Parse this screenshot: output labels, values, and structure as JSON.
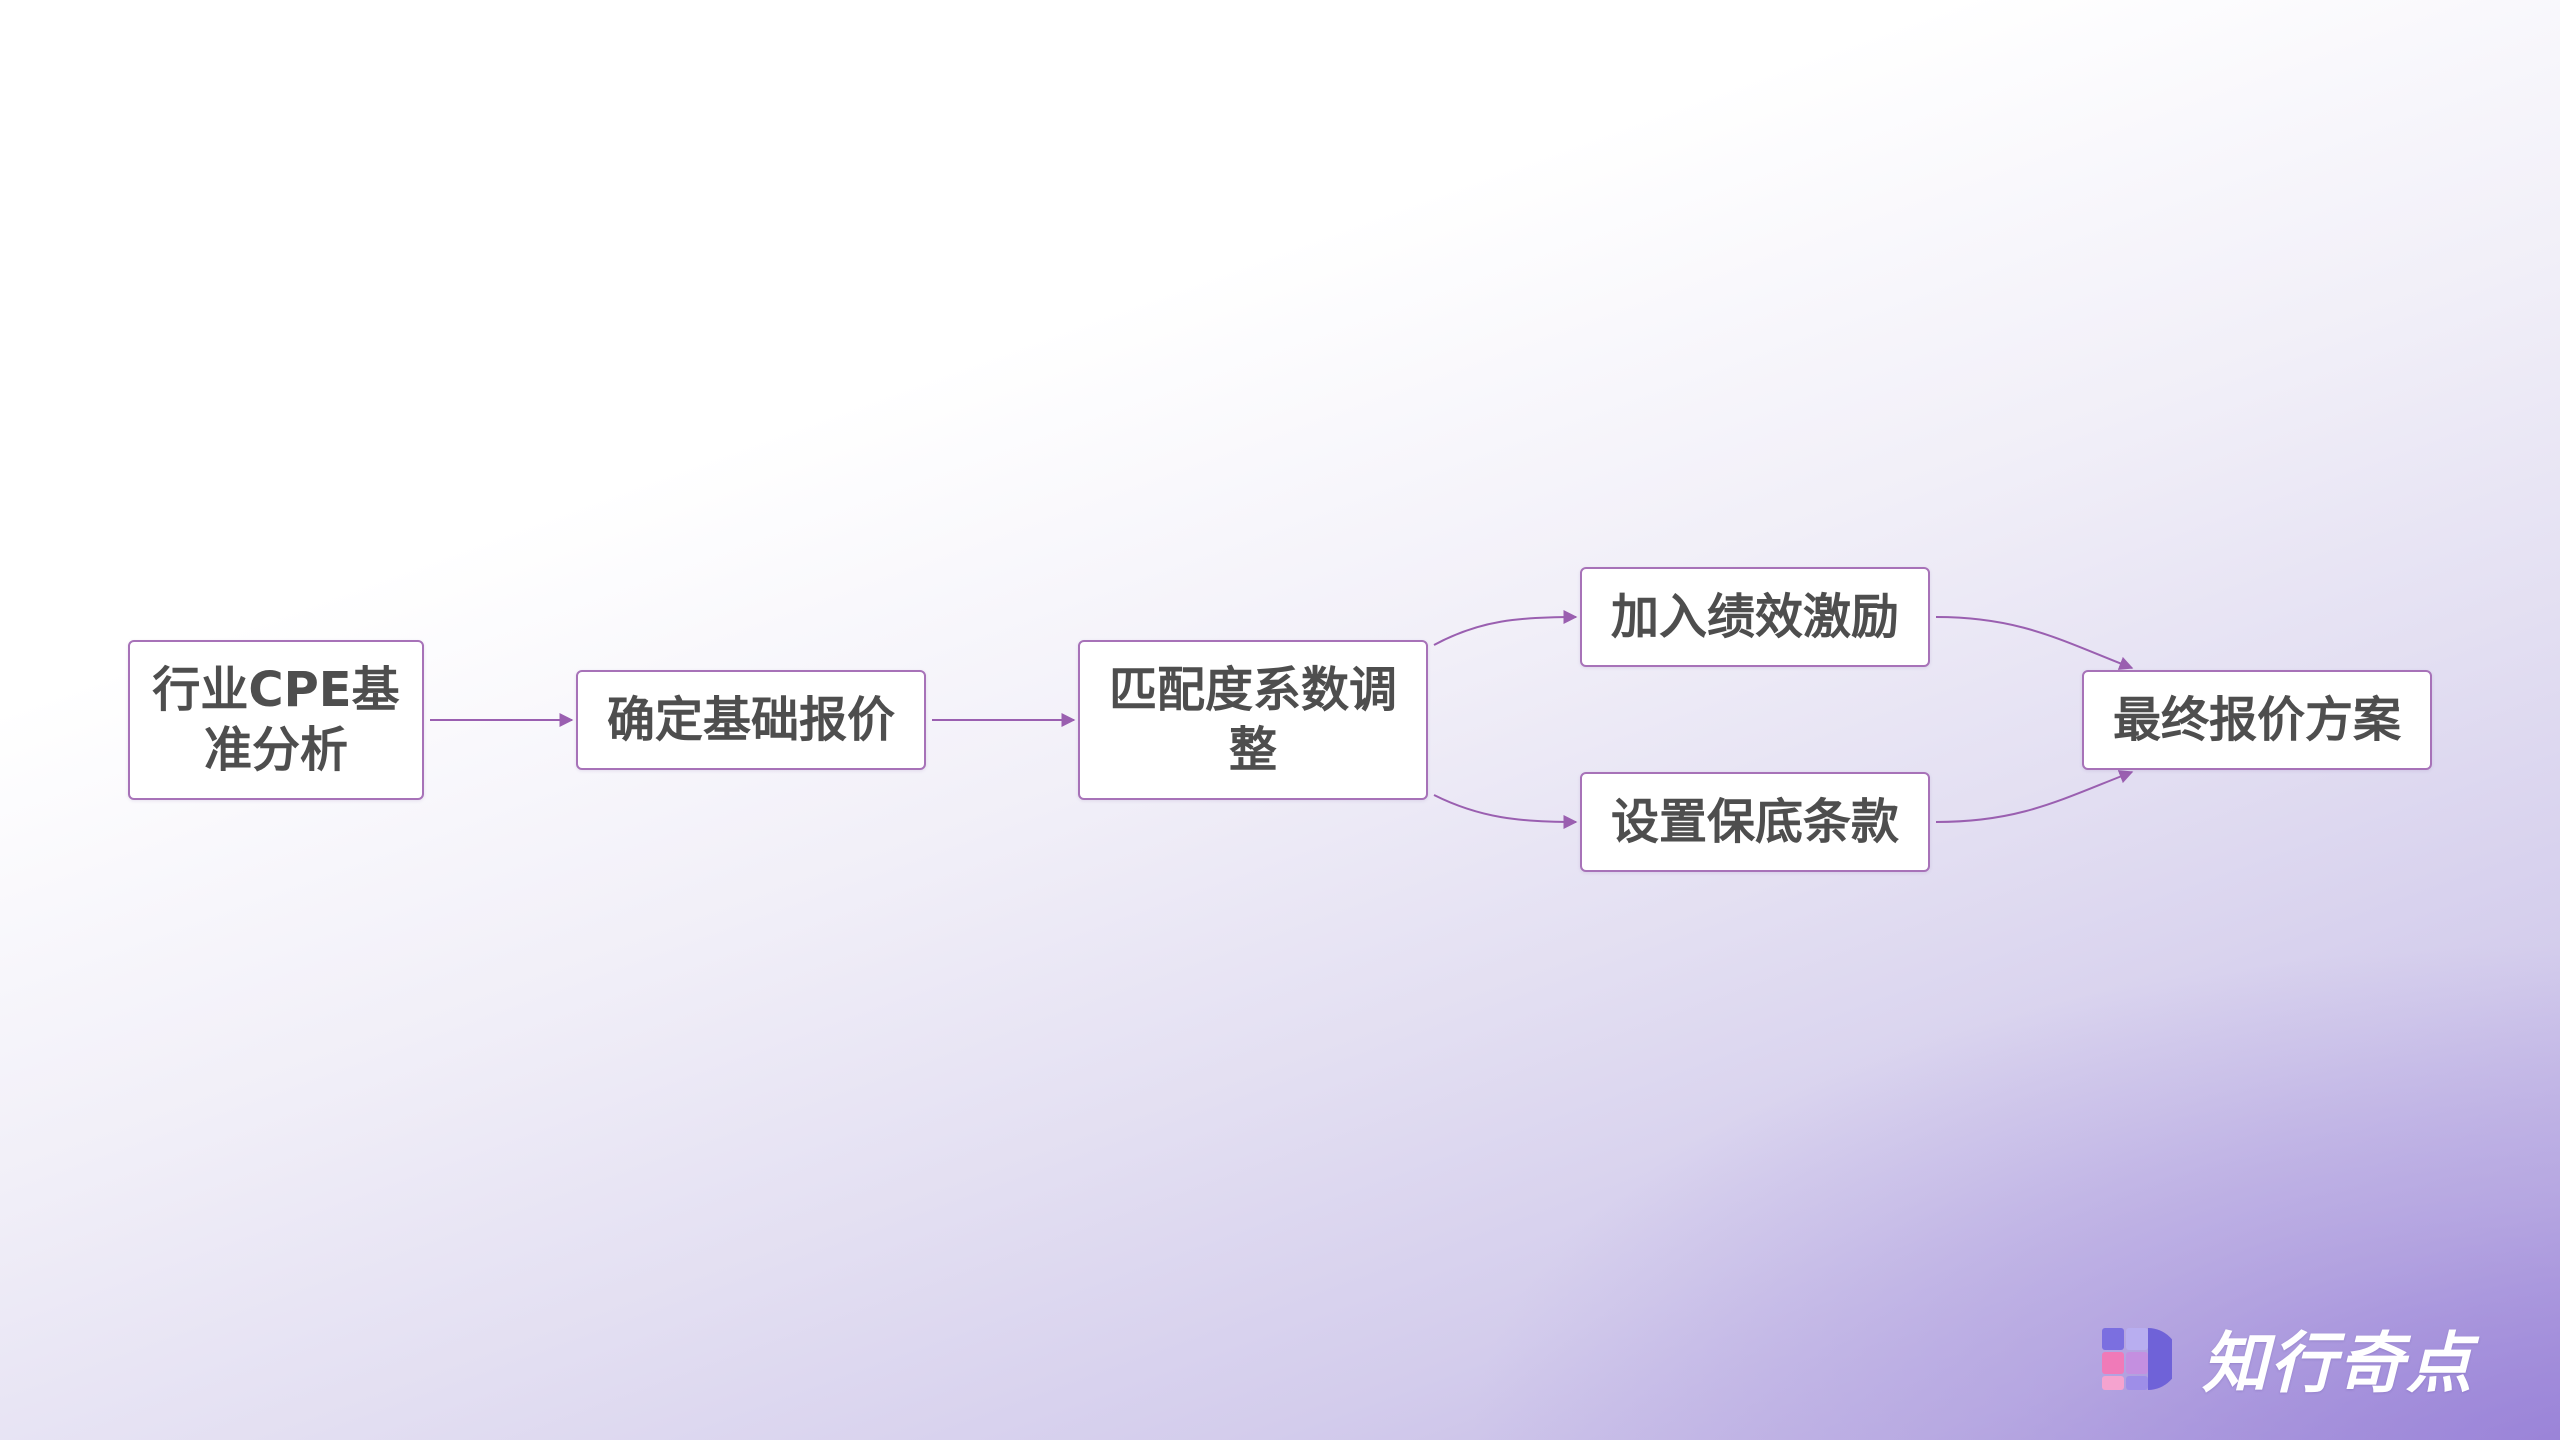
{
  "nodes": [
    {
      "id": "n1",
      "label": "行业CPE基准分析"
    },
    {
      "id": "n2",
      "label": "确定基础报价"
    },
    {
      "id": "n3",
      "label": "匹配度系数调整"
    },
    {
      "id": "n4",
      "label": "加入绩效激励"
    },
    {
      "id": "n5",
      "label": "设置保底条款"
    },
    {
      "id": "n6",
      "label": "最终报价方案"
    }
  ],
  "edges": [
    {
      "from": "n1",
      "to": "n2"
    },
    {
      "from": "n2",
      "to": "n3"
    },
    {
      "from": "n3",
      "to": "n4"
    },
    {
      "from": "n3",
      "to": "n5"
    },
    {
      "from": "n4",
      "to": "n6"
    },
    {
      "from": "n5",
      "to": "n6"
    }
  ],
  "colors": {
    "node_border": "#a772b8",
    "edge": "#9a5fb0",
    "node_text": "#4e4e4e"
  },
  "logo": {
    "text": "知行奇点",
    "icon": "brand-logo-icon"
  }
}
